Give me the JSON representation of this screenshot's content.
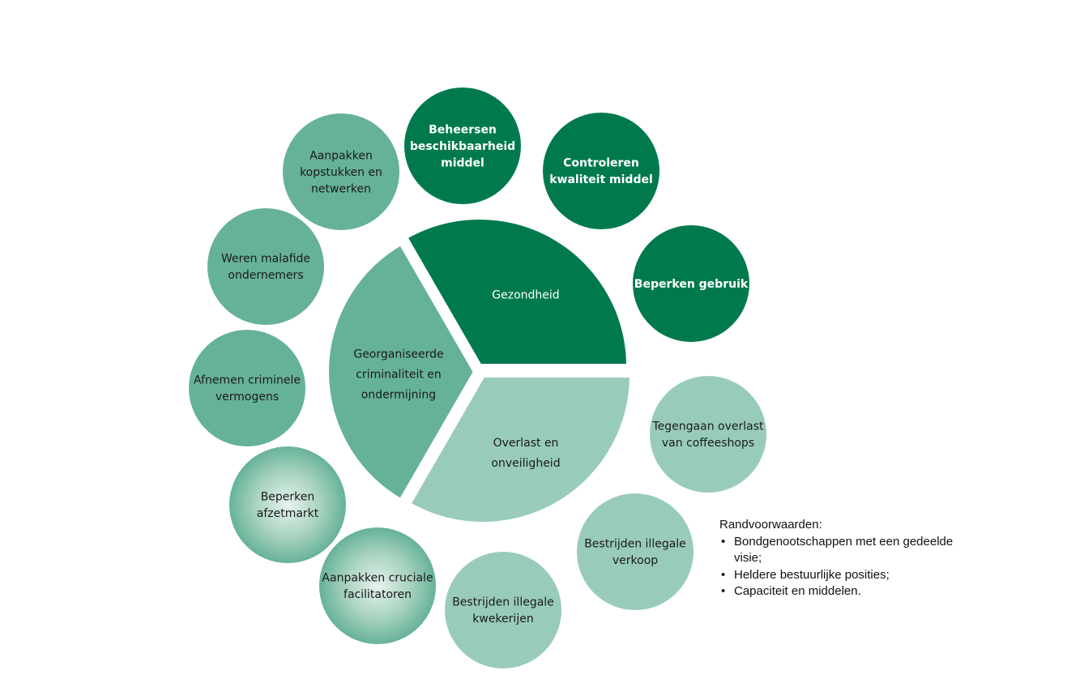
{
  "colors": {
    "dark": "#007A4D",
    "medium": "#66B297",
    "light": "#99CCB8",
    "text_dark_bg": "#ffffff",
    "text_light_bg": "#1a1a1a"
  },
  "center_segments": [
    {
      "key": "gezondheid",
      "lines": [
        "Gezondheid"
      ],
      "color": "dark"
    },
    {
      "key": "overlast",
      "lines": [
        "Overlast en",
        "onveiligheid"
      ],
      "color": "light"
    },
    {
      "key": "georganiseerd",
      "lines": [
        "Georganiseerde",
        "criminaliteit en",
        "ondermijning"
      ],
      "color": "medium"
    }
  ],
  "satellites": [
    {
      "key": "beheersen-beschikbaarheid",
      "lines": [
        "Beheersen",
        "beschikbaarheid",
        "middel"
      ],
      "color": "dark"
    },
    {
      "key": "controleren-kwaliteit",
      "lines": [
        "Controleren",
        "kwaliteit middel"
      ],
      "color": "dark"
    },
    {
      "key": "beperken-gebruik",
      "lines": [
        "Beperken gebruik"
      ],
      "color": "dark"
    },
    {
      "key": "tegengaan-overlast",
      "lines": [
        "Tegengaan overlast",
        "van coffeeshops"
      ],
      "color": "light"
    },
    {
      "key": "bestrijden-verkoop",
      "lines": [
        "Bestrijden illegale",
        "verkoop"
      ],
      "color": "light"
    },
    {
      "key": "bestrijden-kwekerijen",
      "lines": [
        "Bestrijden illegale",
        "kwekerijen"
      ],
      "color": "light"
    },
    {
      "key": "aanpakken-facilitatoren",
      "lines": [
        "Aanpakken cruciale",
        "facilitatoren"
      ],
      "color": "medium",
      "gradient": true
    },
    {
      "key": "beperken-afzetmarkt",
      "lines": [
        "Beperken",
        "afzetmarkt"
      ],
      "color": "medium",
      "gradient": true
    },
    {
      "key": "afnemen-vermogens",
      "lines": [
        "Afnemen criminele",
        "vermogens"
      ],
      "color": "medium"
    },
    {
      "key": "weren-ondernemers",
      "lines": [
        "Weren malafide",
        "ondernemers"
      ],
      "color": "medium"
    },
    {
      "key": "aanpakken-kopstukken",
      "lines": [
        "Aanpakken",
        "kopstukken en",
        "netwerken"
      ],
      "color": "medium"
    }
  ],
  "notes": {
    "heading": "Randvoorwaarden:",
    "items": [
      "Bondgenootschappen met een gedeelde visie;",
      "Heldere bestuurlijke posities;",
      "Capaciteit en middelen."
    ]
  }
}
